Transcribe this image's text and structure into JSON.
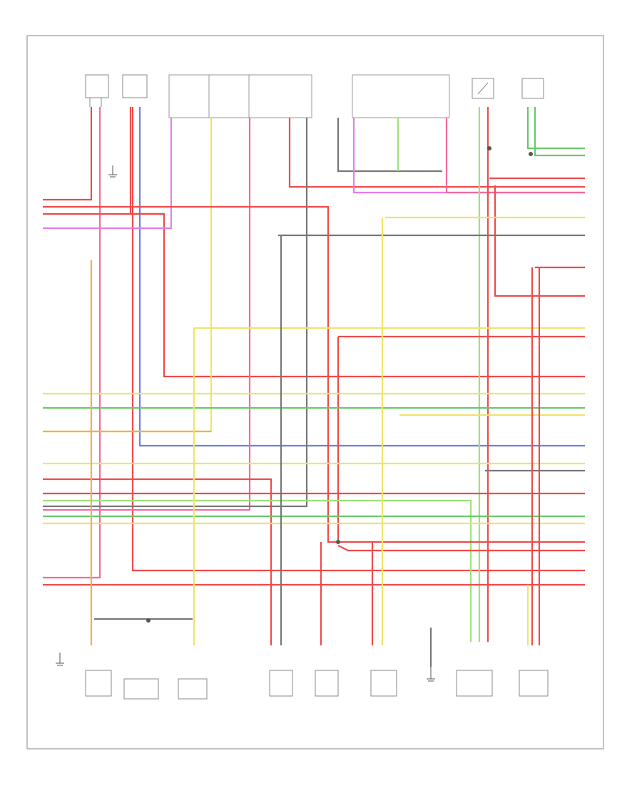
{
  "diagram": {
    "footer_id": "",
    "colors": {
      "red": "#f04a4a",
      "pink": "#f26aa0",
      "yellow": "#efe46a",
      "orange": "#f0b04a",
      "green": "#69c86b",
      "light_green": "#9ee07a",
      "blue": "#6d7fe0",
      "gray": "#777777",
      "violet": "#e77ce8",
      "black": "#444444",
      "frame": "#999999"
    },
    "components": [
      {
        "id": "mlps"
      },
      {
        "id": "ltsens"
      },
      {
        "id": "io1"
      },
      {
        "id": "io2"
      },
      {
        "id": "io3"
      },
      {
        "id": "ptsens"
      },
      {
        "id": "sp1"
      },
      {
        "id": "sp2"
      },
      {
        "id": "tr1"
      },
      {
        "id": "tr2"
      },
      {
        "id": "b1"
      },
      {
        "id": "b2"
      },
      {
        "id": "b3"
      },
      {
        "id": "b4"
      },
      {
        "id": "b5"
      },
      {
        "id": "b6"
      },
      {
        "id": "b7"
      },
      {
        "id": "b8"
      },
      {
        "id": "b9"
      }
    ]
  }
}
